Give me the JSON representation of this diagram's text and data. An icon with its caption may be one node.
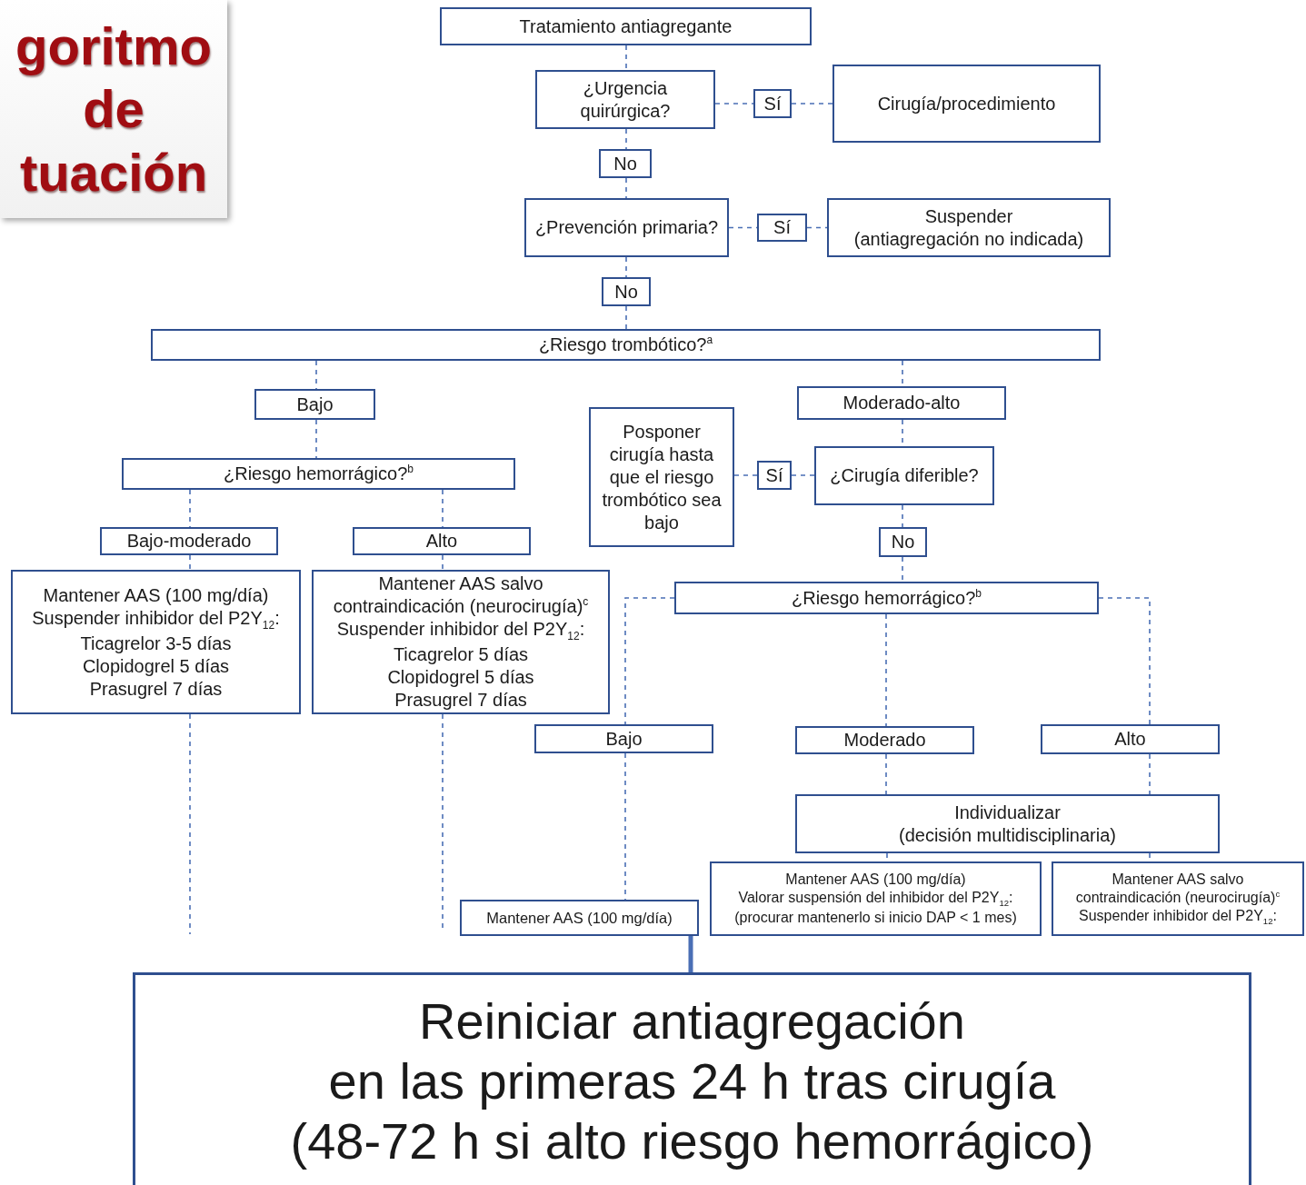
{
  "diagram": {
    "title": "goritmo de tuación",
    "nodes": [
      {
        "text": [
          "Tratamiento antiagregante"
        ]
      },
      {
        "text": [
          "¿Urgencia quirúrgica?"
        ]
      },
      {
        "text": [
          "Sí"
        ]
      },
      {
        "text": [
          "Cirugía/procedimiento"
        ]
      },
      {
        "text": [
          "No"
        ]
      },
      {
        "text": [
          "¿Prevención primaria?"
        ]
      },
      {
        "text": [
          "Sí"
        ]
      },
      {
        "text": [
          "Suspender",
          "(antiagregación no indicada)"
        ]
      },
      {
        "text": [
          "No"
        ]
      },
      {
        "text": [
          "¿Riesgo trombótico?$^{a}$"
        ]
      },
      {
        "text": [
          "Bajo"
        ]
      },
      {
        "text": [
          "Moderado-alto"
        ]
      },
      {
        "text": [
          "¿Riesgo hemorrágico?$^{b}$"
        ]
      },
      {
        "text": [
          "Posponer cirugía hasta que el riesgo trombótico sea bajo"
        ]
      },
      {
        "text": [
          "Sí"
        ]
      },
      {
        "text": [
          "¿Cirugía diferible?"
        ]
      },
      {
        "text": [
          "Bajo-moderado"
        ]
      },
      {
        "text": [
          "Alto"
        ]
      },
      {
        "text": [
          "No"
        ]
      },
      {
        "text": [
          "Mantener AAS (100 mg/día)",
          "Suspender inhibidor del P2Y$_{12}$:",
          "Ticagrelor 3-5 días",
          "Clopidogrel 5 días",
          "Prasugrel 7 días"
        ]
      },
      {
        "text": [
          "Mantener AAS salvo contraindicación (neurocirugía)$^{c}$",
          "Suspender inhibidor del P2Y$_{12}$:",
          "Ticagrelor 5 días",
          "Clopidogrel 5 días",
          "Prasugrel 7 días"
        ]
      },
      {
        "text": [
          "¿Riesgo hemorrágico?$^{b}$"
        ]
      },
      {
        "text": [
          "Bajo"
        ]
      },
      {
        "text": [
          "Moderado"
        ]
      },
      {
        "text": [
          "Alto"
        ]
      },
      {
        "text": [
          "Individualizar",
          "(decisión multidisciplinaria)"
        ]
      },
      {
        "text": [
          "Mantener AAS (100 mg/día)"
        ]
      },
      {
        "text": [
          "Mantener AAS (100 mg/día)",
          "Valorar suspensión del inhibidor del P2Y$_{12}$:",
          "(procurar mantenerlo si inicio DAP < 1 mes)"
        ]
      },
      {
        "text": [
          "Mantener AAS salvo contraindicación (neurocirugía)$^{c}$",
          "Suspender inhibidor del P2Y$_{12}$:"
        ]
      },
      {
        "text": [
          "Reiniciar antiagregación",
          "en las primeras 24 h tras cirugía",
          "(48-72 h si alto riesgo hemorrágico)"
        ]
      }
    ],
    "edges": [
      {
        "from": 0,
        "to": 1,
        "arrow": "none",
        "style": "dashed"
      },
      {
        "from": 1,
        "to": 2,
        "arrow": "none",
        "style": "dashed"
      },
      {
        "from": 2,
        "to": 3,
        "arrow": "none",
        "style": "dashed"
      },
      {
        "from": 1,
        "to": 4,
        "arrow": "none",
        "style": "dashed"
      },
      {
        "from": 4,
        "to": 5,
        "arrow": "none",
        "style": "dashed"
      },
      {
        "from": 5,
        "to": 6,
        "arrow": "none",
        "style": "dashed"
      },
      {
        "from": 6,
        "to": 7,
        "arrow": "none",
        "style": "dashed"
      },
      {
        "from": 5,
        "to": 8,
        "arrow": "none",
        "style": "dashed"
      },
      {
        "from": 8,
        "to": 9,
        "arrow": "none",
        "style": "dashed"
      },
      {
        "from": 9,
        "to": 10,
        "arrow": "none",
        "style": "dashed"
      },
      {
        "from": 9,
        "to": 11,
        "arrow": "none",
        "style": "dashed"
      },
      {
        "from": 10,
        "to": 12,
        "arrow": "none",
        "style": "dashed"
      },
      {
        "from": 11,
        "to": 15,
        "arrow": "none",
        "style": "dashed"
      },
      {
        "from": 15,
        "to": 14,
        "arrow": "none",
        "style": "dashed"
      },
      {
        "from": 14,
        "to": 13,
        "arrow": "none",
        "style": "dashed"
      },
      {
        "from": 15,
        "to": 18,
        "arrow": "none",
        "style": "dashed"
      },
      {
        "from": 18,
        "to": 21,
        "arrow": "none",
        "style": "dashed"
      },
      {
        "from": 12,
        "to": 16,
        "arrow": "none",
        "style": "dashed"
      },
      {
        "from": 12,
        "to": 17,
        "arrow": "none",
        "style": "dashed"
      },
      {
        "from": 16,
        "to": 19,
        "arrow": "none",
        "style": "dashed"
      },
      {
        "from": 17,
        "to": 20,
        "arrow": "none",
        "style": "dashed"
      },
      {
        "from": 21,
        "to": 22,
        "arrow": "none",
        "style": "dashed"
      },
      {
        "from": 21,
        "to": 23,
        "arrow": "none",
        "style": "dashed"
      },
      {
        "from": 21,
        "to": 24,
        "arrow": "none",
        "style": "dashed"
      },
      {
        "from": 23,
        "to": 25,
        "arrow": "none",
        "style": "dashed"
      },
      {
        "from": 24,
        "to": 25,
        "arrow": "none",
        "style": "dashed"
      },
      {
        "from": 22,
        "to": 26,
        "arrow": "none",
        "style": "dashed"
      },
      {
        "from": 25,
        "to": 27,
        "arrow": "none",
        "style": "dashed"
      },
      {
        "from": 25,
        "to": 28,
        "arrow": "none",
        "style": "dashed"
      },
      {
        "from": 19,
        "to": null,
        "arrow": "none",
        "style": "dashed"
      },
      {
        "from": 20,
        "to": null,
        "arrow": "none",
        "style": "dashed"
      },
      {
        "from": 26,
        "to": 29,
        "arrow": "none",
        "style": "thick"
      }
    ]
  }
}
